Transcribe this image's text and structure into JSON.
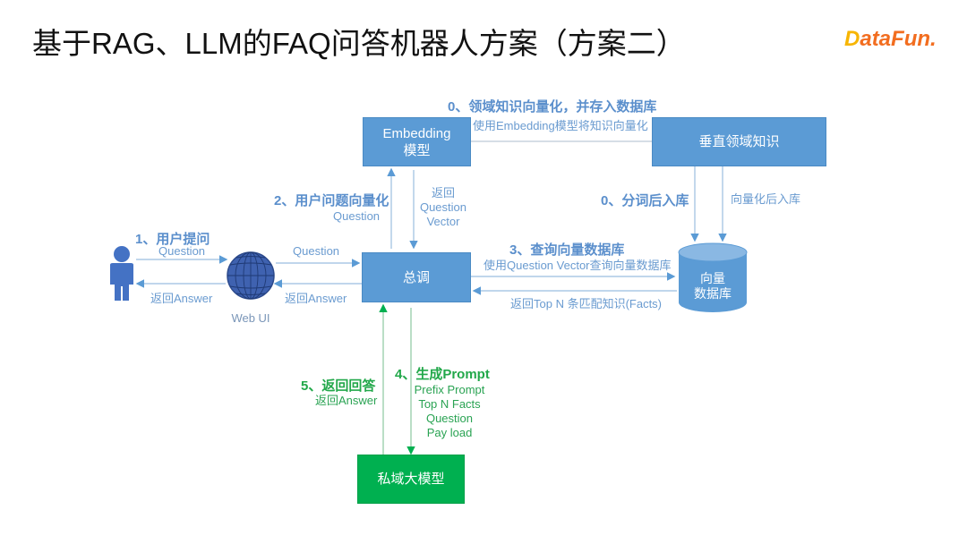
{
  "title": "基于RAG、LLM的FAQ问答机器人方案（方案二）",
  "logo": {
    "prefix_mark": "D",
    "text": "ataFun.",
    "brand_colors": [
      "#f7b500",
      "#f26d1f"
    ]
  },
  "colors": {
    "box_blue": "#5b9bd5",
    "box_green": "#00b050",
    "label_blue": "#6a9bd0",
    "label_green": "#2aa353"
  },
  "nodes": {
    "embedding": {
      "line1": "Embedding",
      "line2": "模型"
    },
    "domain_knowledge": {
      "label": "垂直领域知识"
    },
    "orchestrator": {
      "label": "总调"
    },
    "vector_db": {
      "line1": "向量",
      "line2": "数据库"
    },
    "private_llm": {
      "label": "私域大模型"
    },
    "web_ui": {
      "label": "Web UI",
      "icon": "globe-icon"
    },
    "user": {
      "icon": "user-icon"
    }
  },
  "steps": {
    "step0_vectorize": {
      "title": "0、领域知识向量化，并存入数据库",
      "desc": "使用Embedding模型将知识向量化"
    },
    "step0_tokenize": {
      "title": "0、分词后入库",
      "desc": "向量化后入库"
    },
    "step1": {
      "title": "1、用户提问",
      "forward": "Question",
      "back": "返回Answer"
    },
    "webui_to_core": {
      "forward": "Question",
      "back": "返回Answer"
    },
    "step2": {
      "title": "2、用户问题向量化",
      "forward": "Question",
      "back_line1": "返回",
      "back_line2": "Question",
      "back_line3": "Vector"
    },
    "step3": {
      "title": "3、查询向量数据库",
      "forward": "使用Question Vector查询向量数据库",
      "back": "返回Top N 条匹配知识(Facts)"
    },
    "step4": {
      "title": "4、生成Prompt",
      "items": [
        "Prefix Prompt",
        "Top N Facts",
        "Question",
        "Pay load"
      ]
    },
    "step5": {
      "title": "5、返回回答",
      "desc": "返回Answer"
    }
  }
}
